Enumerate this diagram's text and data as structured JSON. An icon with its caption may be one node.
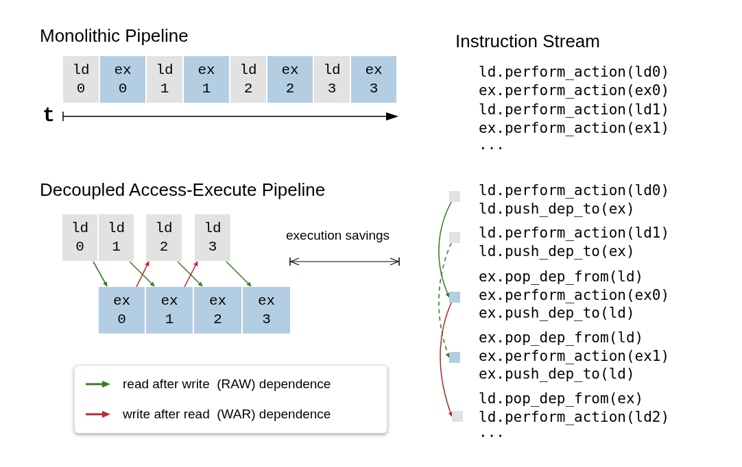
{
  "diagram": {
    "nodes": [
      {
        "text": [
          "ld",
          "0"
        ]
      },
      {
        "text": [
          "ex",
          "0"
        ]
      },
      {
        "text": [
          "ld",
          "1"
        ]
      },
      {
        "text": [
          "ex",
          "1"
        ]
      },
      {
        "text": [
          "ld",
          "2"
        ]
      },
      {
        "text": [
          "ex",
          "2"
        ]
      },
      {
        "text": [
          "ld",
          "3"
        ]
      },
      {
        "text": [
          "ex",
          "3"
        ]
      },
      {
        "text": [
          "ld",
          "0"
        ]
      },
      {
        "text": [
          "ld",
          "1"
        ]
      },
      {
        "text": [
          "ld",
          "2"
        ]
      },
      {
        "text": [
          "ld",
          "3"
        ]
      },
      {
        "text": [
          "ex",
          "0"
        ]
      },
      {
        "text": [
          "ex",
          "1"
        ]
      },
      {
        "text": [
          "ex",
          "2"
        ]
      },
      {
        "text": [
          "ex",
          "3"
        ]
      },
      {
        "text": [],
        "shape": "box",
        "beside": [
          "ld.perform_action(ld0)",
          "ld.push_dep_to(ex)"
        ]
      },
      {
        "text": [],
        "shape": "box",
        "beside": [
          "ld.perform_action(ld1)",
          "ld.push_dep_to(ex)"
        ]
      },
      {
        "text": [],
        "shape": "box",
        "beside": [
          "ex.pop_dep_from(ld)",
          "ex.perform_action(ex0)",
          "ex.push_dep_to(ld)"
        ]
      },
      {
        "text": [],
        "shape": "box",
        "beside": [
          "ex.pop_dep_from(ld)",
          "ex.perform_action(ex1)",
          "ex.push_dep_to(ld)"
        ]
      },
      {
        "text": [],
        "shape": "box",
        "beside": [
          "ld.pop_dep_from(ex)",
          "ld.perform_action(ld2)"
        ]
      }
    ],
    "edges": [
      {
        "from": 8,
        "to": 12,
        "arrow": "to"
      },
      {
        "from": 9,
        "to": 13,
        "arrow": "to"
      },
      {
        "from": 12,
        "to": 10,
        "arrow": "to",
        "color": "#c0272d"
      },
      {
        "from": 10,
        "to": 14,
        "arrow": "to"
      },
      {
        "from": 13,
        "to": 11,
        "arrow": "to",
        "color": "#c0272d"
      },
      {
        "from": 11,
        "to": 15,
        "arrow": "to"
      },
      {
        "from": 16,
        "to": 18,
        "arrow": "to"
      },
      {
        "from": 17,
        "to": 19,
        "arrow": "to",
        "style": "dashed"
      },
      {
        "from": 18,
        "to": 20,
        "arrow": "to",
        "color": "#b03030"
      }
    ],
    "labels": [
      "Monolithic Pipeline",
      "Instruction Stream",
      "ld.perform_action(ld0)",
      "ex.perform_action(ex0)",
      "ld.perform_action(ld1)",
      "ex.perform_action(ex1)",
      "...",
      "t",
      "Decoupled Access-Execute Pipeline",
      "execution savings",
      "..."
    ],
    "legend": [
      {
        "text": "read after write  (RAW) dependence"
      },
      {
        "text": "write after read  (WAR) dependence"
      }
    ]
  }
}
